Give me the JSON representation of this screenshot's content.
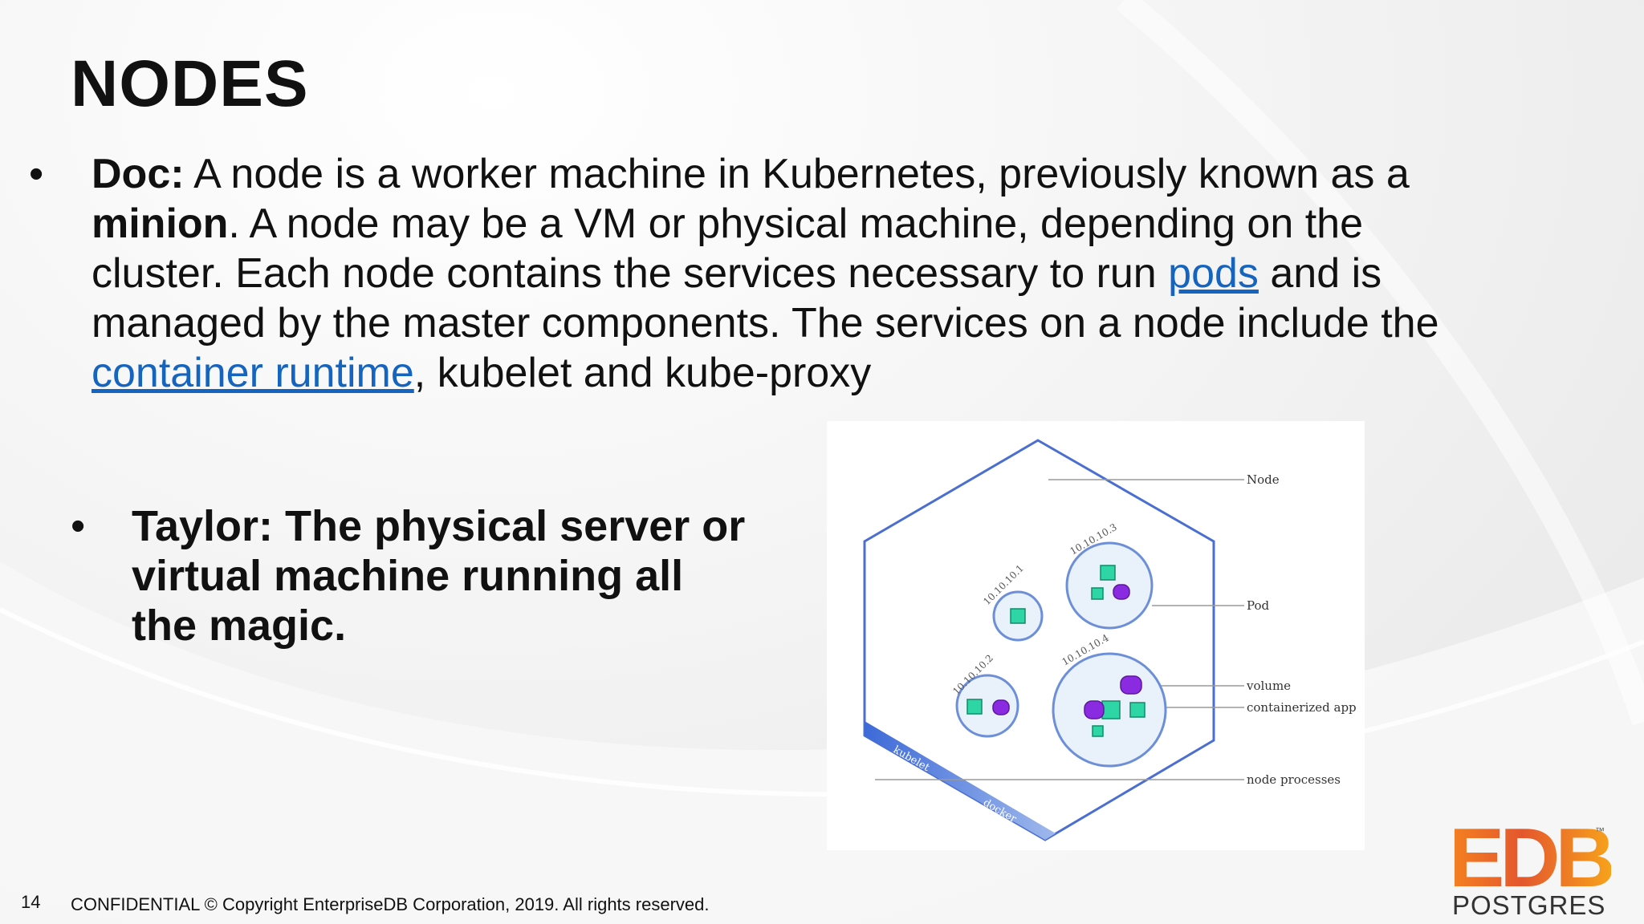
{
  "slide": {
    "title": "NODES",
    "bullet1": {
      "label": "Doc:",
      "t1": " A node is a worker machine in Kubernetes, previously known as a ",
      "bold_minion": "minion",
      "t2": ". A node may be a VM or physical machine, depending on the cluster. Each node contains the services necessary to run ",
      "link_pods": "pods",
      "t3": " and is managed by the master components. The services on a node include the ",
      "link_runtime": "container runtime",
      "t4": ", kubelet and kube-proxy"
    },
    "bullet2": {
      "text": "Taylor: The physical server or virtual machine running all the magic."
    },
    "bullet_symbol": "•"
  },
  "diagram": {
    "labels": {
      "node": "Node",
      "pod": "Pod",
      "volume": "volume",
      "app": "containerized app",
      "processes": "node processes"
    },
    "pod_ips": [
      "10.10.10.1",
      "10.10.10.2",
      "10.10.10.3",
      "10.10.10.4"
    ],
    "band_labels": [
      "kubelet",
      "docker"
    ],
    "colors": {
      "outline": "#4a6fd0",
      "band": "#3d6ad8",
      "app": "#2fd6a5",
      "volume": "#8a2be2"
    }
  },
  "footer": {
    "page": "14",
    "copyright": "CONFIDENTIAL © Copyright EnterpriseDB Corporation, 2019. All rights reserved."
  },
  "logo": {
    "edb": "EDB",
    "tm": "™",
    "postgres": "POSTGRES"
  }
}
